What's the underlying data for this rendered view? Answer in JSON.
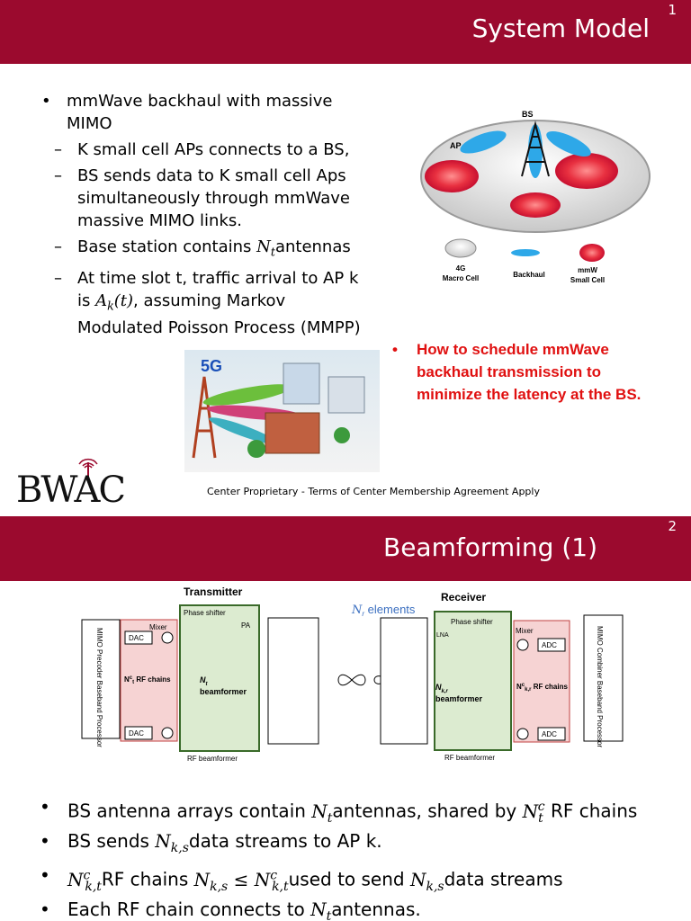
{
  "slide1": {
    "title": "System Model",
    "number": "1",
    "bullet_main": "mmWave backhaul with massive MIMO",
    "sub1": "K small cell APs connects to a BS,",
    "sub2": "BS sends data to K small cell Aps simultaneously through mmWave massive MIMO links.",
    "sub3_pre": "Base station contains ",
    "sub3_post": "antennas",
    "sub4_pre": "At time slot t, traffic arrival to AP k is ",
    "sub4_post": ", assuming Markov Modulated Poisson Process (MMPP)",
    "question": "How to schedule mmWave backhaul transmission to minimize the latency at the BS.",
    "footer": "Center Proprietary - Terms of Center Membership Agreement Apply",
    "logo": "BWAC",
    "figure_topright": {
      "bs_label": "BS",
      "ap_label": "AP",
      "legend": [
        {
          "line1": "4G",
          "line2": "Macro Cell"
        },
        {
          "line1": "Backhaul",
          "line2": ""
        },
        {
          "line1": "mmW",
          "line2": "Small Cell"
        }
      ]
    },
    "photo_label": "5G"
  },
  "slide2": {
    "title": "Beamforming (1)",
    "number": "2",
    "diagram": {
      "transmitter": "Transmitter",
      "receiver": "Receiver",
      "nr_elements_suffix": "elements",
      "mixer": "Mixer",
      "dac": "DAC",
      "adc": "ADC",
      "phase_shifter": "Phase shifter",
      "pa": "PA",
      "lna": "LNA",
      "rf_chains": "RF chains",
      "beamformer": "beamformer",
      "rf_beamformer": "RF beamformer",
      "precoder": "MIMO Precoder Baseband Processor",
      "combiner": "MIMO Combiner Baseband Processor"
    },
    "b1_a": "BS antenna arrays contain ",
    "b1_b": "antennas, shared by ",
    "b1_c": "RF chains",
    "b2_a": "BS sends ",
    "b2_b": "data streams to AP k.",
    "b3_a": "RF chains ",
    "b3_b": "used to send ",
    "b3_c": "data streams",
    "b4_a": "Each RF chain connects to ",
    "b4_b": "antennas."
  },
  "colors": {
    "title_bar": "#9b0a2e",
    "question_red": "#e01010",
    "nr_blue": "#3b6fc0",
    "rf_chain_box": "#f6d3d3",
    "beamformer_box": "#dcebd0"
  }
}
